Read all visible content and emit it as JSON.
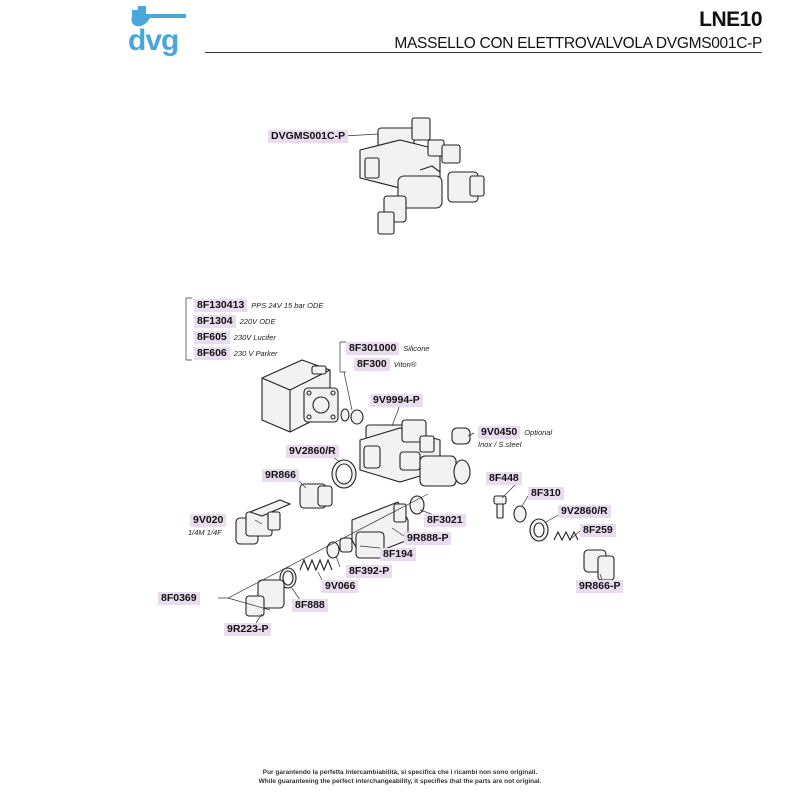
{
  "header": {
    "model": "LNE10",
    "subtitle": "MASSELLO CON ELETTROVALVOLA DVGMS001C-P",
    "logo_text": "dvg"
  },
  "parts": {
    "assembly": "DVGMS001C-P",
    "coils": [
      {
        "code": "8F130413",
        "note": "PPS 24V 15 bar ODE"
      },
      {
        "code": "8F1304",
        "note": "220V ODE"
      },
      {
        "code": "8F605",
        "note": "230V Lucifer"
      },
      {
        "code": "8F606",
        "note": "230 V Parker"
      }
    ],
    "seals": [
      {
        "code": "8F301000",
        "note": "Silicone"
      },
      {
        "code": "8F300",
        "note": "Viton®"
      }
    ],
    "p_9V9994": "9V9994-P",
    "p_9V0450": {
      "code": "9V0450",
      "note": "Optional",
      "subnote": "Inox / S.steel"
    },
    "p_9V2860R_a": "9V2860/R",
    "p_9R866": "9R866",
    "p_9V020": {
      "code": "9V020",
      "subnote": "1/4M 1/4F"
    },
    "p_8F448": "8F448",
    "p_8F310": "8F310",
    "p_9V2860R_b": "9V2860/R",
    "p_8F259": "8F259",
    "p_9R866P": "9R866-P",
    "p_8F3021": "8F3021",
    "p_9R888P": "9R888-P",
    "p_8F194": "8F194",
    "p_8F392P": "8F392-P",
    "p_9V066": "9V066",
    "p_8F888": "8F888",
    "p_8F0369": "8F0369",
    "p_9R223P": "9R223-P"
  },
  "footer": {
    "line1": "Pur garantendo la perfetta intercambiabilità, si specifica che i ricambi non sono originali.",
    "line2": "While guaranteeing the perfect interchangeability, it specifies that the parts are not original."
  },
  "colors": {
    "label_bg": "#e9dcef",
    "logo_blue": "#4aa7dc"
  }
}
